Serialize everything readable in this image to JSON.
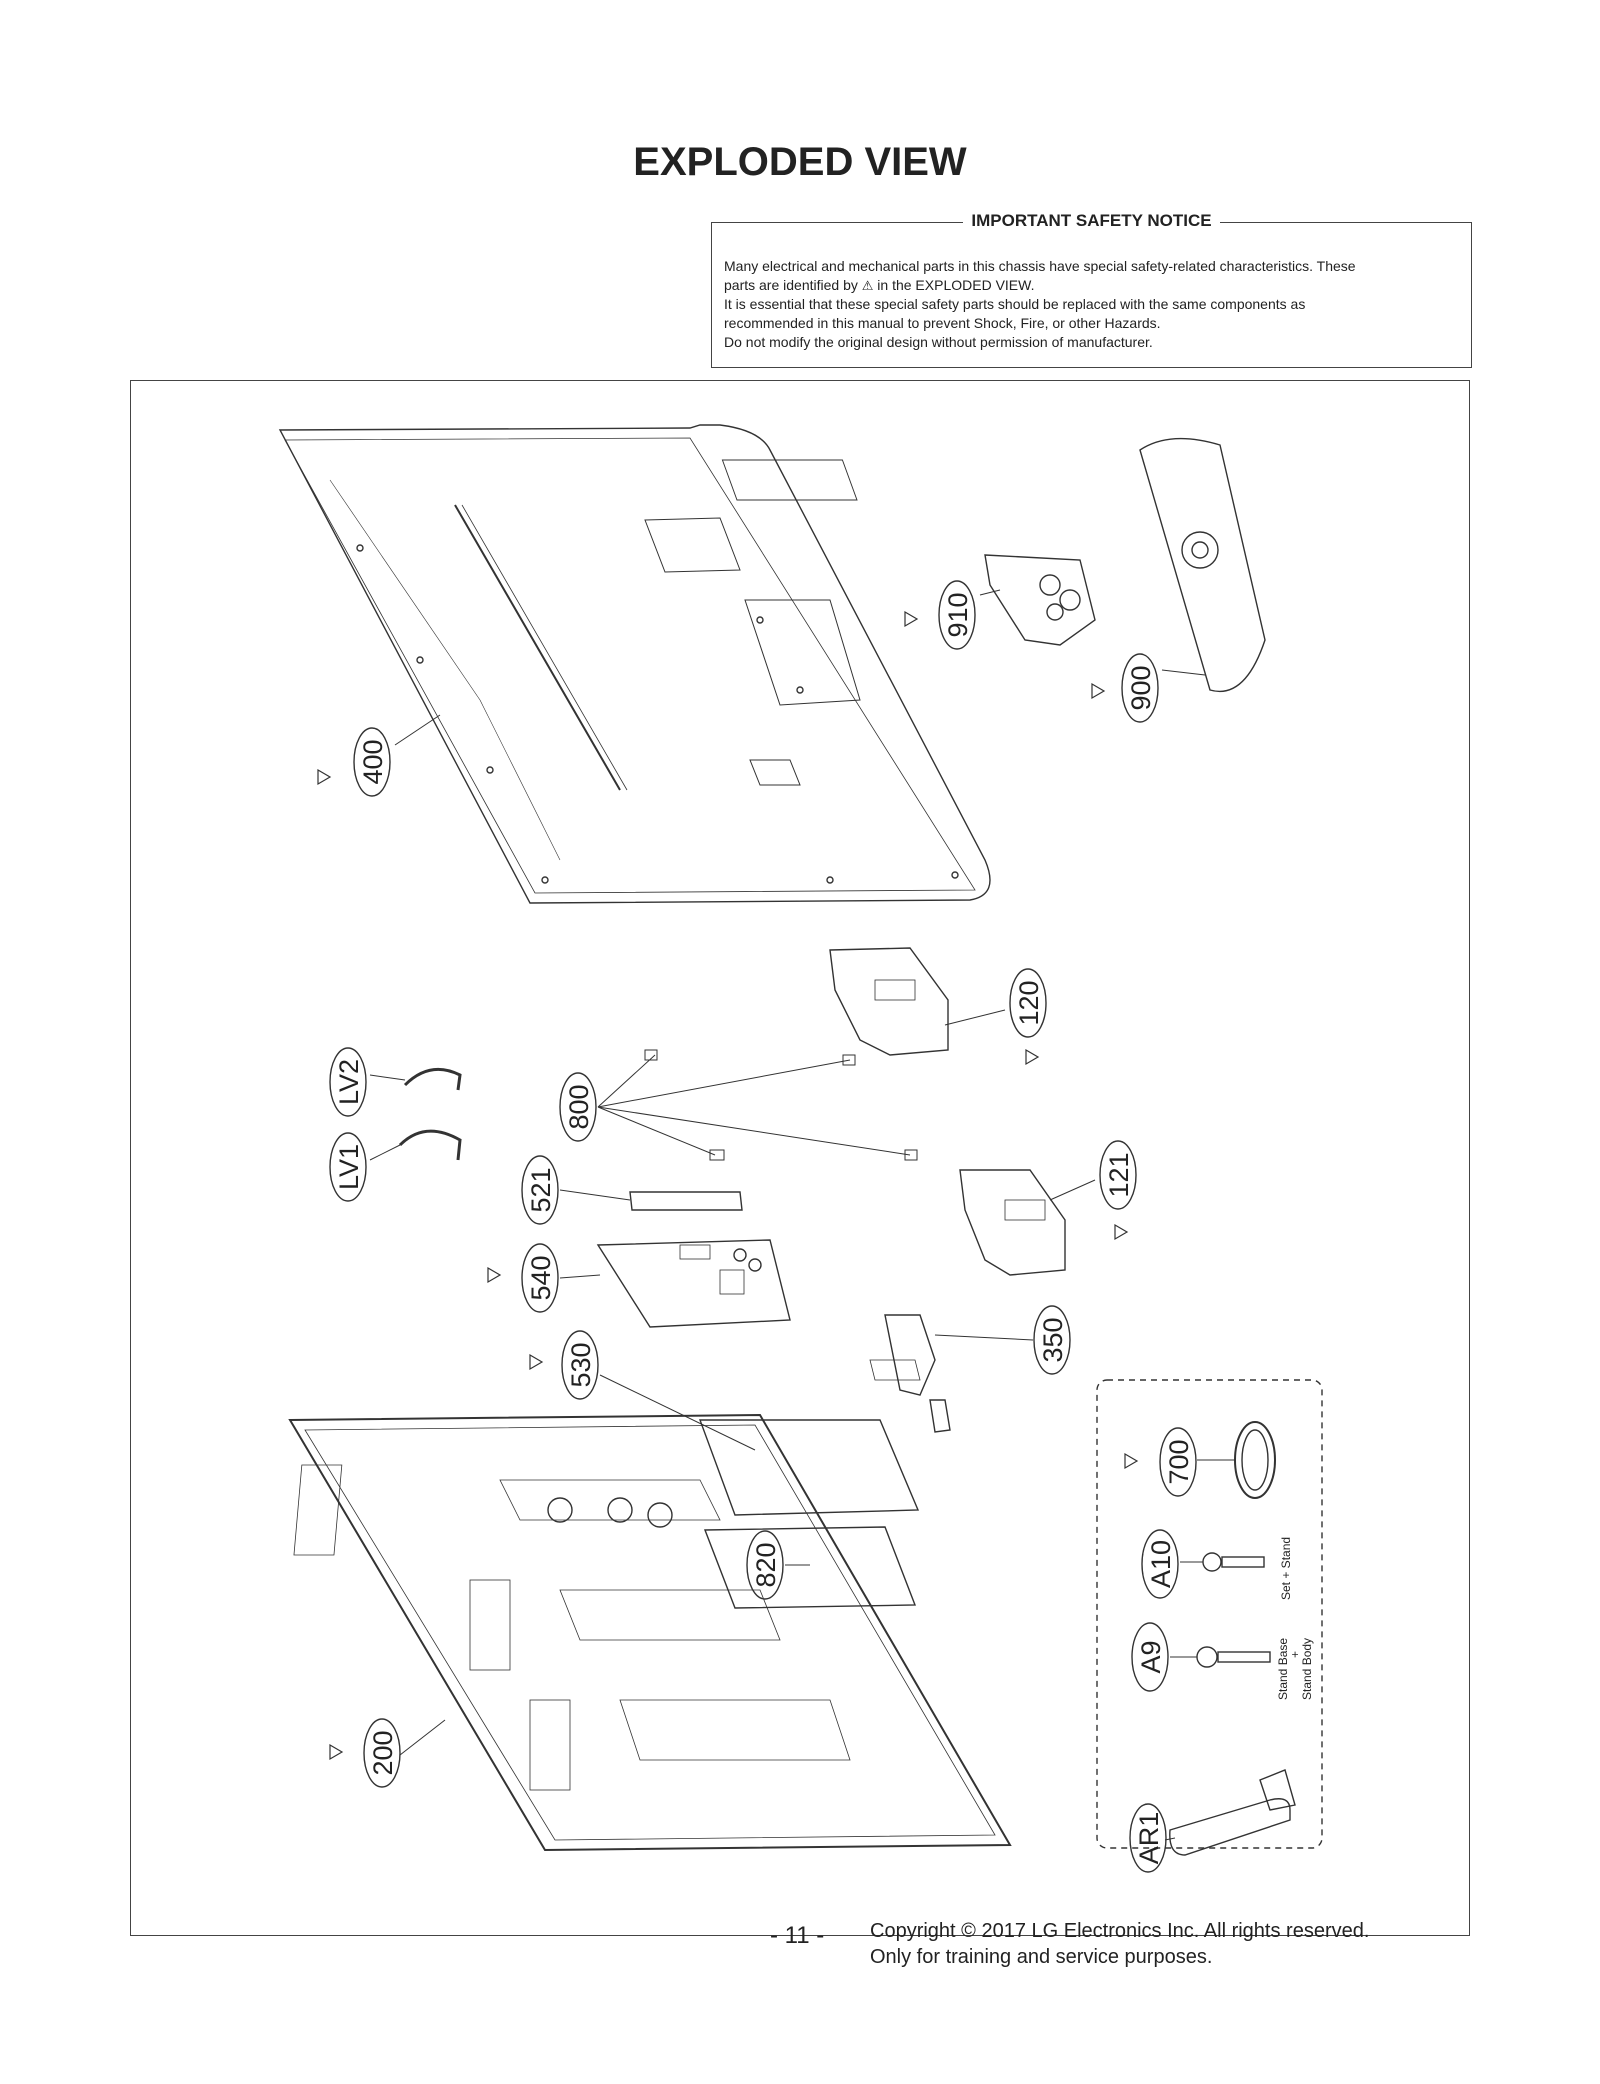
{
  "page": {
    "title": "EXPLODED VIEW",
    "page_number": "- 11 -",
    "copyright_line1": "Copyright © 2017 LG Electronics Inc. All rights reserved.",
    "copyright_line2": "Only for training and service purposes."
  },
  "notice": {
    "title": "IMPORTANT SAFETY NOTICE",
    "line1": "Many electrical and mechanical parts in this chassis have special safety-related characteristics. These",
    "line2_before": "parts are identified by",
    "line2_after": "in the EXPLODED VIEW.",
    "line3": "It is essential that these special safety parts should be replaced with the same components as",
    "line4": "recommended in this manual to prevent Shock, Fire, or other Hazards.",
    "line5": "Do not modify the original design without permission of manufacturer.",
    "warning_icon": "warning-triangle-icon"
  },
  "callouts": {
    "c400": "400",
    "c910": "910",
    "c900": "900",
    "c120": "120",
    "c121": "121",
    "cLV2": "LV2",
    "cLV1": "LV1",
    "c800": "800",
    "c521": "521",
    "c540": "540",
    "c350": "350",
    "c530": "530",
    "c820": "820",
    "c200": "200",
    "c700": "700",
    "cA10": "A10",
    "cA9": "A9",
    "cAR1": "AR1"
  },
  "screw_labels": {
    "a10_label": "Set + Stand",
    "a9_line1": "Stand Base",
    "a9_plus": "+",
    "a9_line2": "Stand Body"
  }
}
